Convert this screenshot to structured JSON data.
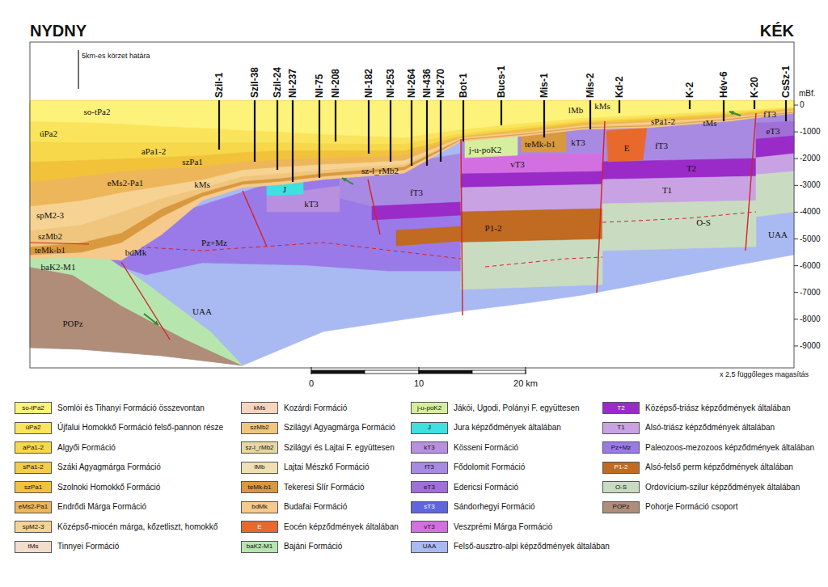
{
  "diagram": {
    "labels": [
      "NYDNY",
      "KÉK",
      "5km-es körzet határa",
      "Szil-1",
      "Szil-38",
      "Szil-24",
      "Nl-237",
      "Nl-75",
      "Nl-208",
      "Nl-182",
      "Nl-253",
      "Nl-264",
      "Nl-436",
      "Nl-270",
      "Bot-1",
      "Bucs-1",
      "Mis-1",
      "Mis-2",
      "Kd-2",
      "K-2",
      "Hév-6",
      "K-20",
      "CsSz-1",
      "mBf.",
      "0",
      "-1000",
      "-2000",
      "-3000",
      "-4000",
      "-5000",
      "-6000",
      "-7000",
      "-8000",
      "-9000",
      "so-tPa2",
      "úPa2",
      "aPa1-2",
      "szPa1",
      "spM2-3",
      "eMs2-Pa1",
      "kMs",
      "szMb2",
      "teMk-b1",
      "bdMk",
      "baK2-M1",
      "POPz",
      "Pz+Mz",
      "UAA",
      "J",
      "kT3",
      "sz-l_rMb2",
      "fT3",
      "j-u-poK2",
      "teMk-b1",
      "kT3",
      "vT3",
      "P1-2",
      "lMb",
      "kMs",
      "E",
      "fT3",
      "sPa1-2",
      "tMs",
      "T2",
      "T1",
      "O-S",
      "UAA",
      "fT3",
      "eT3",
      "0",
      "10",
      "20 km",
      "x 2,5 függőleges magasítás",
      "so-tPa2",
      "úPa2",
      "aPa1-2",
      "sPa1-2",
      "szPa1",
      "eMs2-Pa1",
      "spM2-3",
      "tMs",
      "kMs",
      "szMb2",
      "sz-l_rMb2",
      "lMb",
      "teMk-b1",
      "bdMk",
      "E",
      "baK2-M1",
      "j-u-poK2",
      "J",
      "kT3",
      "fT3",
      "eT3",
      "sT3",
      "vT3",
      "UAA",
      "T2",
      "T1",
      "Pz+Mz",
      "P1-2",
      "O-S",
      "POPz"
    ],
    "legend": [
      {
        "text": "Somlói és Tihanyi Formáció összevontan",
        "color": "#fdf27a"
      },
      {
        "text": "Újfalui Homokkő Formáció felső-pannon része",
        "color": "#f9e45c"
      },
      {
        "text": "Algyői Formáció",
        "color": "#f6d84a"
      },
      {
        "text": "Száki Agyagmárga Formáció",
        "color": "#f3cc4c"
      },
      {
        "text": "Szolnoki Homokkő Formáció",
        "color": "#f2c23a"
      },
      {
        "text": "Endrődi Márga Formáció",
        "color": "#eeb65a"
      },
      {
        "text": "Középső-miocén márga, kőzetliszt, homokkő",
        "color": "#f6d392"
      },
      {
        "text": "Tinnyei Formáció",
        "color": "#f3dccb"
      },
      {
        "text": "Kozárdi Formáció",
        "color": "#f6d5c0"
      },
      {
        "text": "Szilágyi Agyagmárga Formáció",
        "color": "#f0c67e"
      },
      {
        "text": "Szilágyi és Lajtai F. együttesen",
        "color": "#e6d8a2"
      },
      {
        "text": "Lajtai Mészkő Formáció",
        "color": "#efdfb2"
      },
      {
        "text": "Tekeresi Slír Formáció",
        "color": "#d9993f"
      },
      {
        "text": "Budafai Formáció",
        "color": "#f6c98c"
      },
      {
        "text": "Eocén képződmények általában",
        "color": "#e8692b"
      },
      {
        "text": "Bajáni Formáció",
        "color": "#b6e6ae"
      },
      {
        "text": "Jákói, Ugodi, Polányi F. együttesen",
        "color": "#d6ef9e"
      },
      {
        "text": "Jura képződmények általában",
        "color": "#3ee0e0"
      },
      {
        "text": "Kösseni Formáció",
        "color": "#b98fe0"
      },
      {
        "text": "Fődolomit Formáció",
        "color": "#a98ae2"
      },
      {
        "text": "Edericsi Formáció",
        "color": "#a070d8"
      },
      {
        "text": "Sándorhegyi Formáció",
        "color": "#5f66de"
      },
      {
        "text": "Veszprémi Márga Formáció",
        "color": "#d46fe2"
      },
      {
        "text": "Felső-ausztro-alpi képződmények általában",
        "color": "#a9b9f2"
      },
      {
        "text": "Középső-triász képződmények általában",
        "color": "#9a2bc9"
      },
      {
        "text": "Alsó-triász képződmények általában",
        "color": "#c9a2e3"
      },
      {
        "text": "Paleozoos-mezozoos képződmények általában",
        "color": "#9a7ae8"
      },
      {
        "text": "Alsó-felső perm képződmények általában",
        "color": "#c06a22"
      },
      {
        "text": "Ordovícium-szilur képződmények általában",
        "color": "#c9dcc1"
      },
      {
        "text": "Pohorje Formáció csoport",
        "color": "#b08d78"
      }
    ]
  }
}
